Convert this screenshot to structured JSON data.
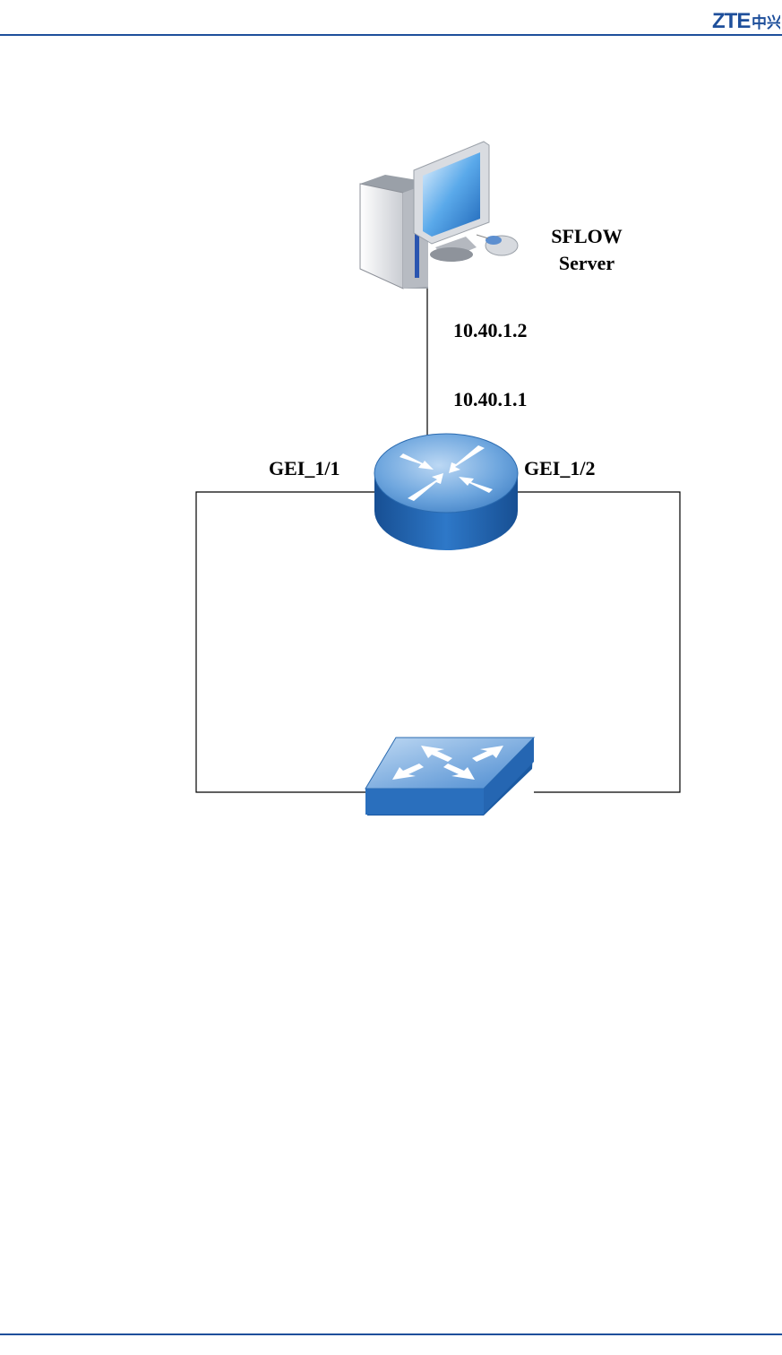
{
  "header": {
    "logo_text": "ZTE中兴",
    "rule_color": "#1e4f9b"
  },
  "diagram": {
    "server": {
      "name_line1": "SFLOW",
      "name_line2": "Server",
      "ip": "10.40.1.2",
      "icon": "pc-icon"
    },
    "router": {
      "ip": "10.40.1.1",
      "port_left": "GEI_1/1",
      "port_right": "GEI_1/2",
      "icon": "router-icon"
    },
    "switch": {
      "icon": "switch-icon"
    },
    "colors": {
      "device_blue": "#2e75c4",
      "device_dark": "#1b5aa3",
      "line": "#000000"
    }
  }
}
